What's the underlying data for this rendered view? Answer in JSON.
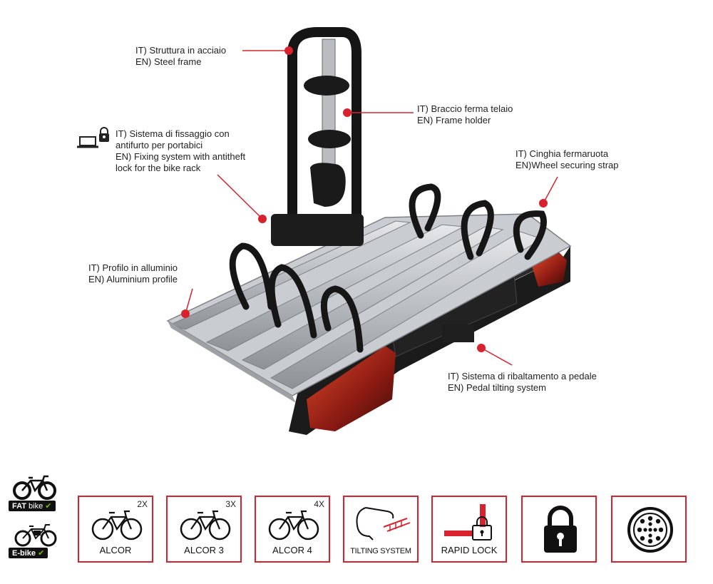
{
  "callouts": {
    "steel_frame": {
      "it": "IT) Struttura in acciaio",
      "en": "EN) Steel frame"
    },
    "frame_holder": {
      "it": "IT) Braccio ferma telaio",
      "en": "EN) Frame holder"
    },
    "fixing_system": {
      "it1": "IT) Sistema di fissaggio con",
      "it2": "antifurto per portabici",
      "en1": "EN) Fixing system with antitheft",
      "en2": "lock for the bike rack"
    },
    "wheel_strap": {
      "it": "IT) Cinghia fermaruota",
      "en": "EN)Wheel securing strap"
    },
    "aluminium_profile": {
      "it": "IT) Profilo in alluminio",
      "en": "EN) Aluminium profile"
    },
    "pedal_tilting": {
      "it": "IT) Sistema di ribaltamento a pedale",
      "en": "EN) Pedal tilting system"
    }
  },
  "bike_types": {
    "fat": {
      "word1": "FAT",
      "word2": "bike"
    },
    "ebike": {
      "label": "E-bike"
    }
  },
  "features": [
    {
      "caption": "ALCOR",
      "count": "2X",
      "icon": "bicycle-icon"
    },
    {
      "caption": "ALCOR 3",
      "count": "3X",
      "icon": "bicycle-icon"
    },
    {
      "caption": "ALCOR 4",
      "count": "4X",
      "icon": "bicycle-icon"
    },
    {
      "caption": "TILTING SYSTEM",
      "count": "",
      "icon": "tilting-icon"
    },
    {
      "caption": "RAPID LOCK",
      "count": "",
      "icon": "rapid-lock-icon"
    },
    {
      "caption": "",
      "count": "",
      "icon": "padlock-icon"
    },
    {
      "caption": "",
      "count": "",
      "icon": "13-pin-socket-icon"
    }
  ],
  "colors": {
    "accent": "#d8232f",
    "aluminium": "#b9bcc0",
    "body": "#1b1b1b",
    "taillight": "#8a1a12",
    "check": "#7ab800"
  }
}
